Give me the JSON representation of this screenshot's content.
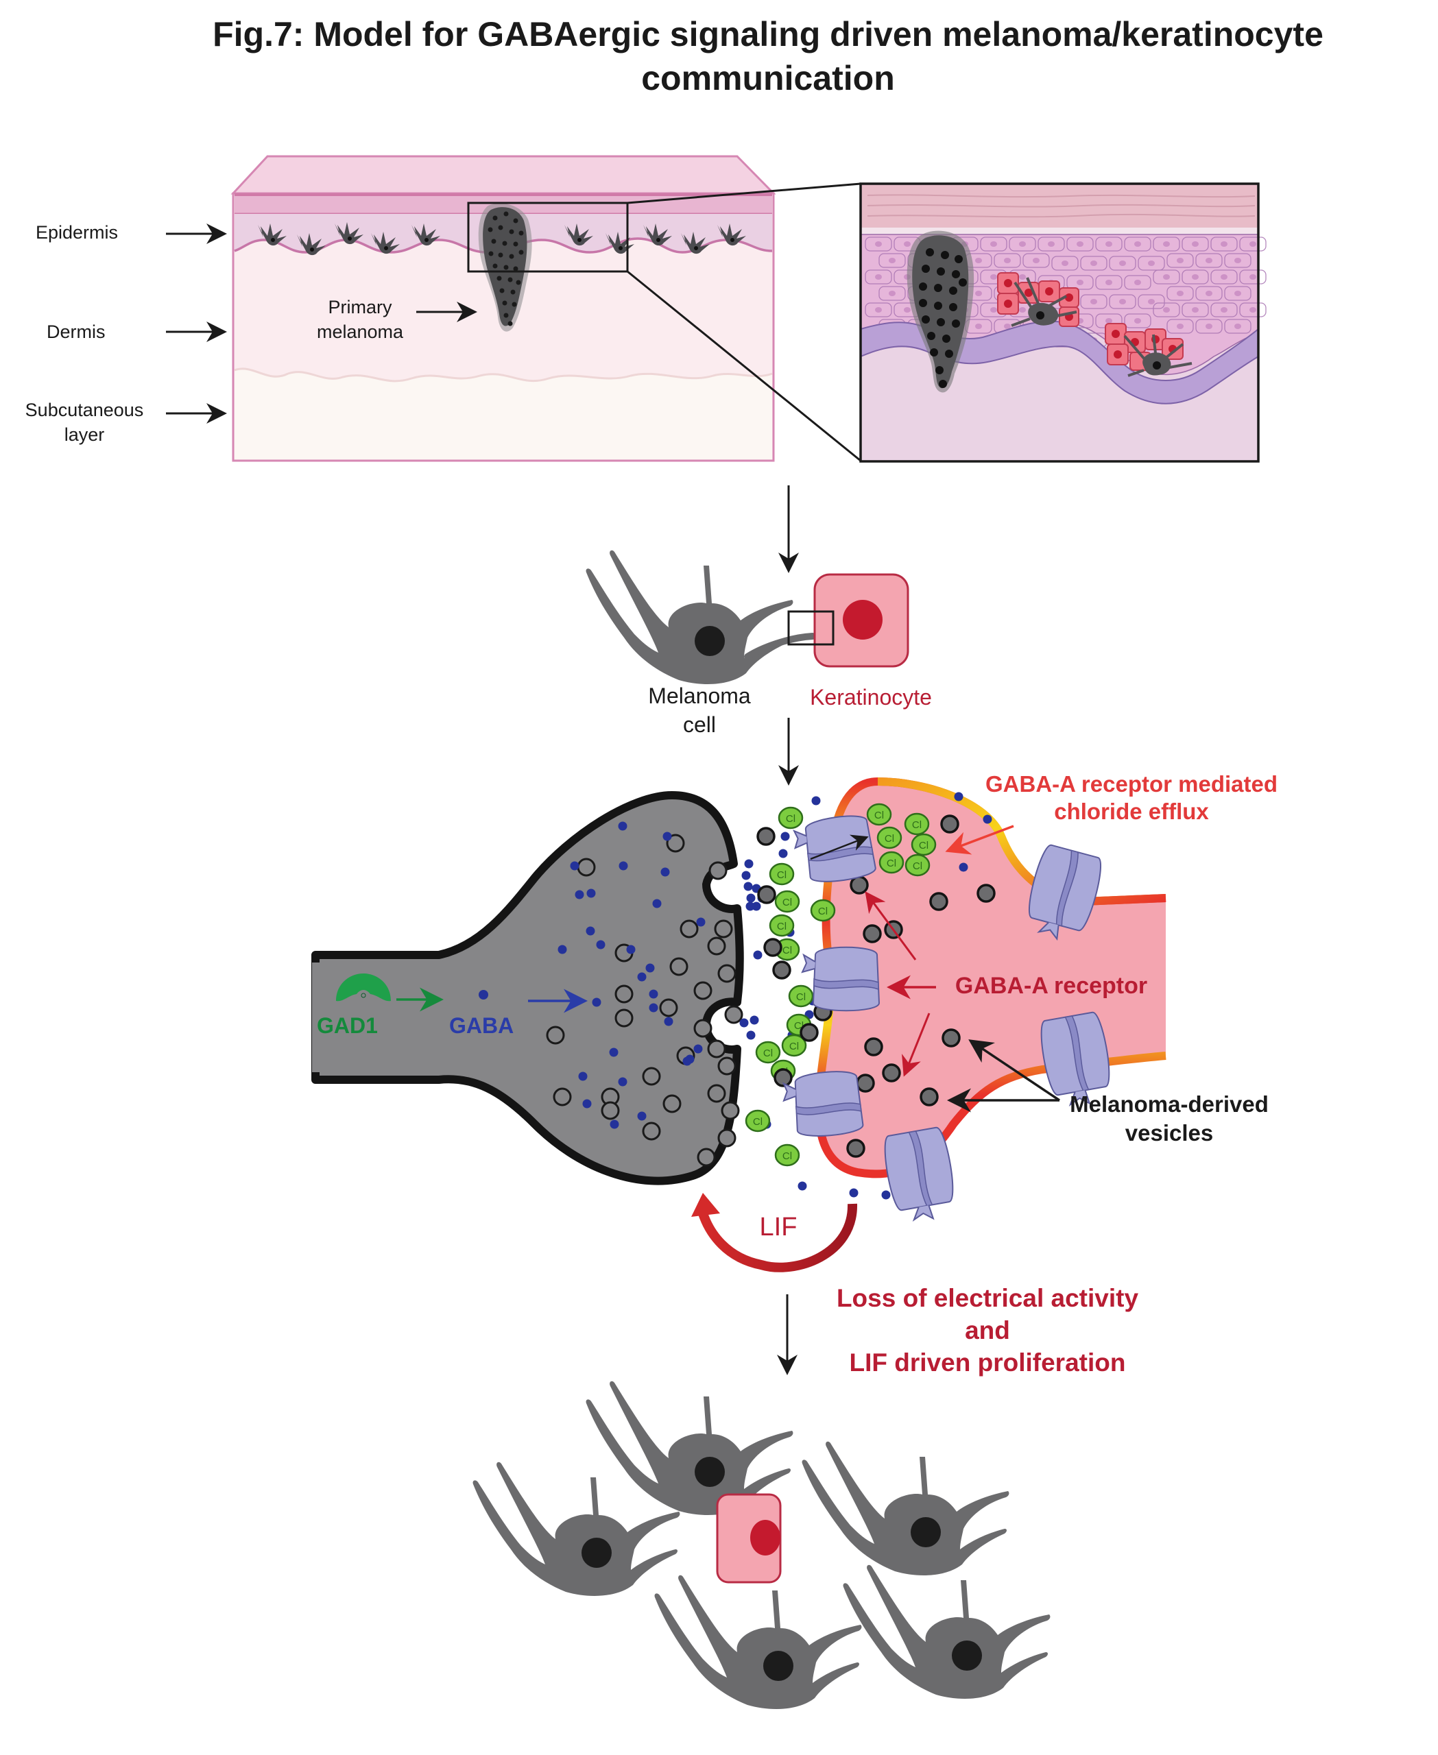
{
  "figure": {
    "title_line1": "Fig.7: Model for GABAergic signaling driven melanoma/keratinocyte",
    "title_line2": "communication"
  },
  "skin_panel": {
    "layers": [
      {
        "id": "epidermis",
        "label": "Epidermis"
      },
      {
        "id": "dermis",
        "label": "Dermis"
      },
      {
        "id": "subcutaneous",
        "label_line1": "Subcutaneous",
        "label_line2": "layer"
      }
    ],
    "tumor_label_line1": "Primary",
    "tumor_label_line2": "melanoma"
  },
  "cell_pair": {
    "melanoma_label_line1": "Melanoma",
    "melanoma_label_line2": "cell",
    "keratinocyte_label": "Keratinocyte"
  },
  "synapse": {
    "gad1_label": "GAD1",
    "gaba_label": "GABA",
    "chloride_symbol": "Cl",
    "efflux_label_line1": "GABA-A receptor mediated",
    "efflux_label_line2": "chloride efflux",
    "receptor_label": "GABA-A receptor",
    "vesicles_label_line1": "Melanoma-derived",
    "vesicles_label_line2": "vesicles",
    "lif_label": "LIF"
  },
  "outcome": {
    "line1": "Loss of electrical activity",
    "line2": "and",
    "line3": "LIF driven proliferation"
  },
  "colors": {
    "melanoma_gray": "#6b6b6d",
    "nucleus_black": "#1c1c1c",
    "keratinocyte_pink": "#f4a5b0",
    "keratinocyte_nucleus": "#c41a2e",
    "receptor_lavender": "#a9a9d9",
    "chloride_green": "#7ccc3f",
    "gaba_blue": "#24329a",
    "gad1_green": "#1fa04a",
    "label_red": "#b81d33",
    "label_bright_red": "#e23a3a"
  }
}
